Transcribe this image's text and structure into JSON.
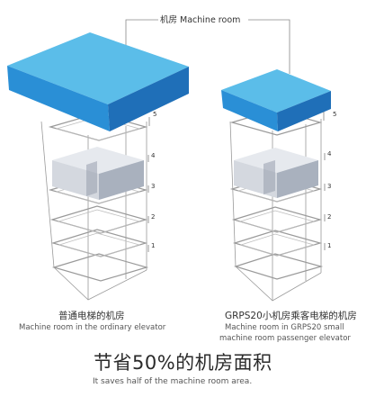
{
  "top_label": "机房  Machine room",
  "left": {
    "caption_cn": "普通电梯的机房",
    "caption_en": "Machine room in the ordinary elevator",
    "floors": [
      "5",
      "4",
      "3",
      "2",
      "1"
    ]
  },
  "right": {
    "caption_cn": "GRPS20小机房乘客电梯的机房",
    "caption_en_line1": "Machine room in GRPS20 small",
    "caption_en_line2": "machine room passenger elevator",
    "floors": [
      "5",
      "4",
      "3",
      "2",
      "1"
    ]
  },
  "headline": "节省50%的机房面积",
  "subline": "It saves half of the machine room area.",
  "colors": {
    "machine_room_top": "#5bbde9",
    "machine_room_front": "#2a8fd6",
    "machine_room_side": "#1f6fb8",
    "cab_gray": "#c8cdd6",
    "frame_line": "#8a8a8a"
  }
}
